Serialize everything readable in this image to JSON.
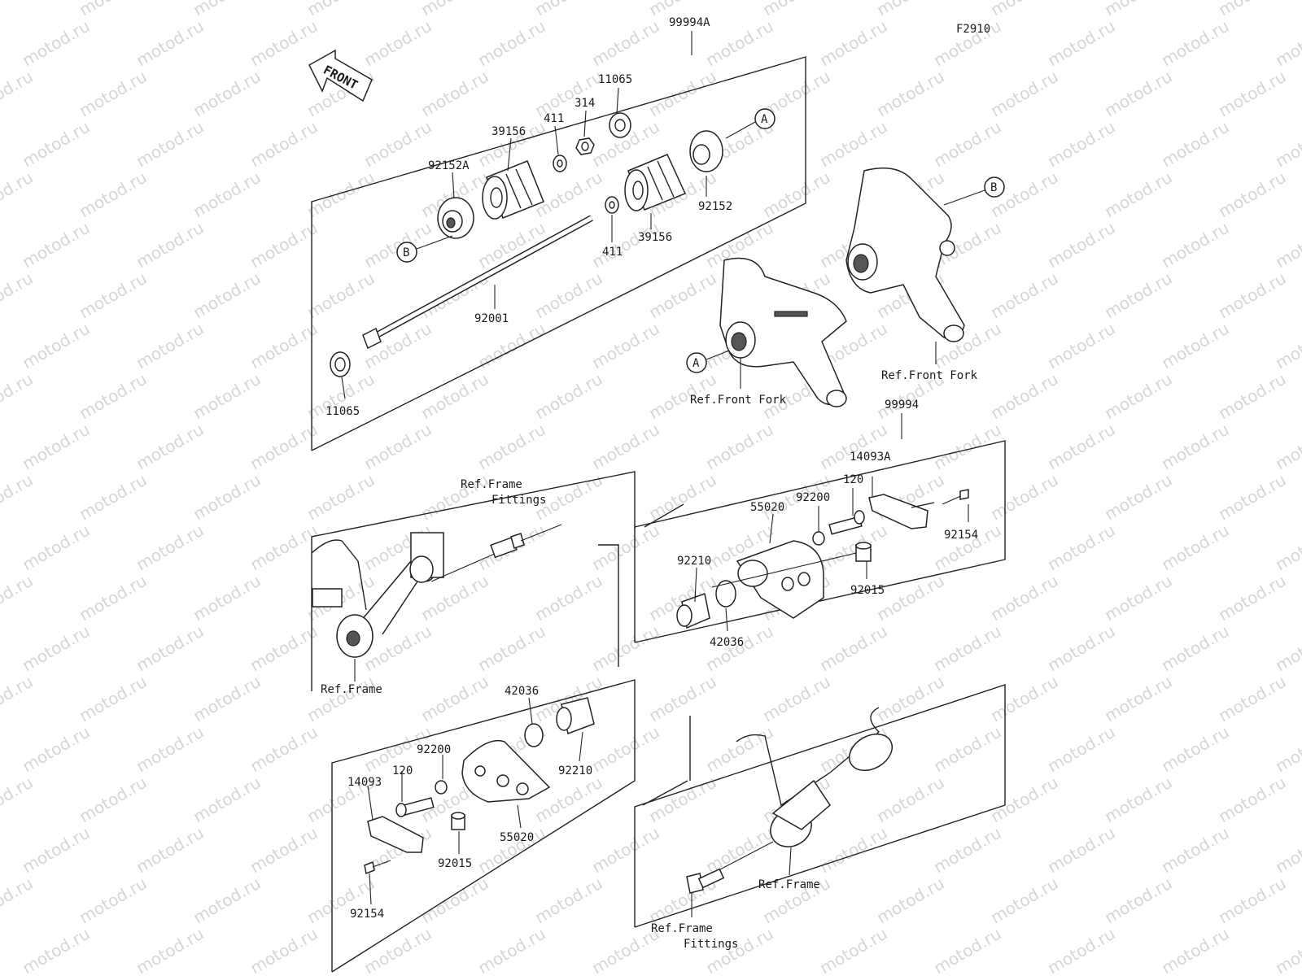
{
  "diagram": {
    "figure_code": "F2910",
    "watermark": "motod.ru",
    "front_arrow": "FRONT",
    "callouts": {
      "A": "A",
      "B": "B"
    },
    "labels": {
      "p99994A": "99994A",
      "p99994": "99994",
      "p11065_top": "11065",
      "p314": "314",
      "p411_top": "411",
      "p39156_top": "39156",
      "p92152A": "92152A",
      "p92152": "92152",
      "p411_bot": "411",
      "p39156_bot": "39156",
      "p92001": "92001",
      "p11065_bot": "11065",
      "ref_front_fork_left": "Ref.Front Fork",
      "ref_front_fork_right": "Ref.Front Fork",
      "ref_frame_fittings_top_1": "Ref.Frame",
      "ref_frame_fittings_top_2": "Fittings",
      "ref_frame_left": "Ref.Frame",
      "r14093A": "14093A",
      "r120": "120",
      "r92200": "92200",
      "r55020": "55020",
      "r92154": "92154",
      "r92210": "92210",
      "r92015": "92015",
      "r42036": "42036",
      "l42036": "42036",
      "l92210": "92210",
      "l92200": "92200",
      "l120": "120",
      "l14093": "14093",
      "l55020": "55020",
      "l92015": "92015",
      "l92154": "92154",
      "ref_frame_right": "Ref.Frame",
      "ref_frame_fittings_bot_1": "Ref.Frame",
      "ref_frame_fittings_bot_2": "Fittings"
    }
  }
}
